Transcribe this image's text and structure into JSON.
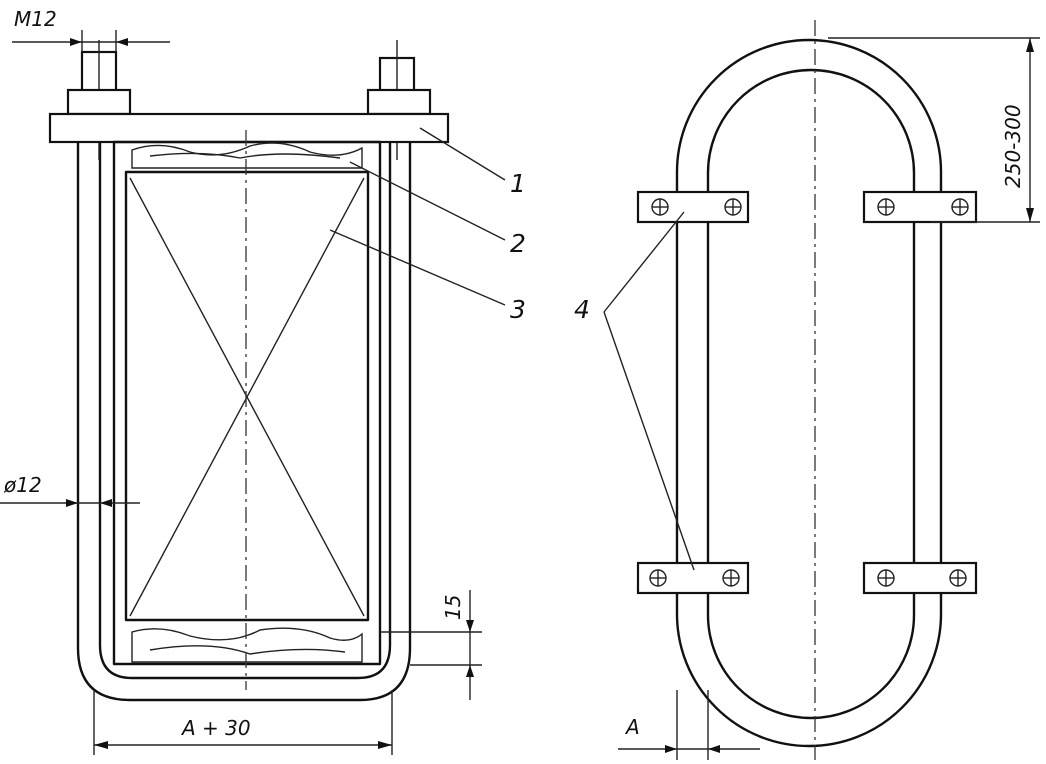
{
  "labels": {
    "bolt_thread": "M12",
    "rod_diameter": "ø12",
    "width_dim": "A + 30",
    "gap_dim": "15",
    "height_dim": "250-300",
    "strip_width": "A",
    "callout_1": "1",
    "callout_2": "2",
    "callout_3": "3",
    "callout_4": "4"
  }
}
